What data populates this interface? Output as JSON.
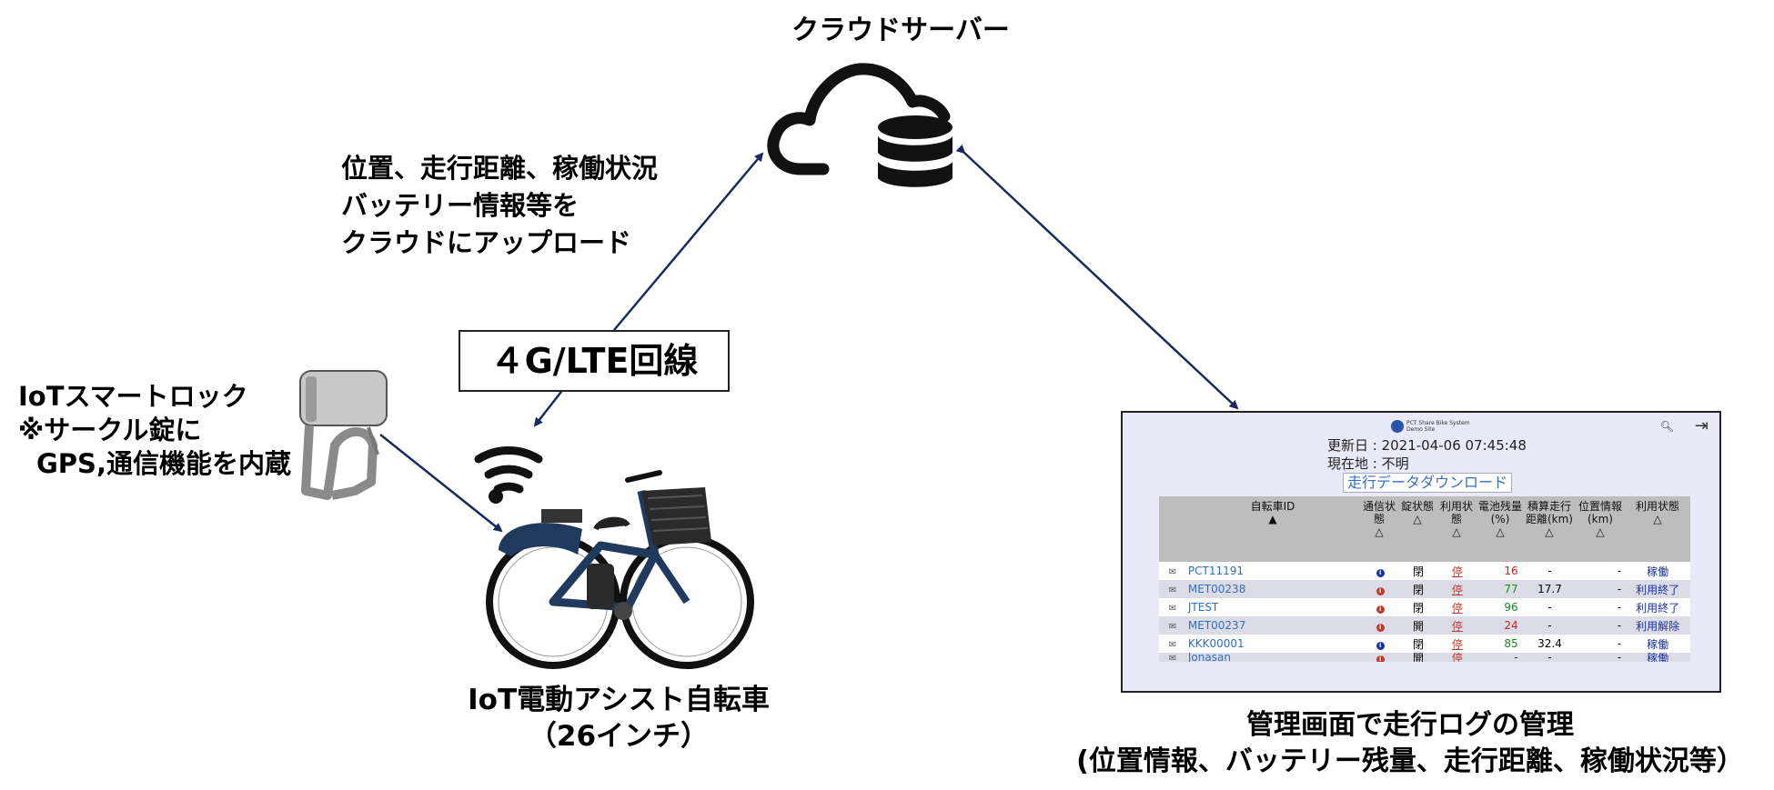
{
  "diagram": {
    "cloud_title": "クラウドサーバー",
    "upload_lines": [
      "位置、走行距離、稼働状況",
      "バッテリー情報等を",
      "クラウドにアップロード"
    ],
    "network_label": "４G/LTE回線",
    "lock_lines": [
      "IoTスマートロック",
      "※サークル錠に",
      "GPS,通信機能を内蔵"
    ],
    "bike_lines": [
      "IoT電動アシスト自転車",
      "（26インチ）"
    ],
    "mgmt_lines": [
      "管理画面で走行ログの管理",
      "(位置情報、バッテリー残量、走行距離、稼働状況等）"
    ]
  },
  "screen": {
    "updated": "更新日 : 2021-04-06 07:45:48",
    "location": "現在地 : 不明",
    "download_button": "走行データダウンロード",
    "logo_line1": "PCT Share Bike System",
    "logo_line2": "Demo Site",
    "headers": [
      "自転車ID",
      "通信状態",
      "錠状態",
      "利用状態",
      "電池残量(%)",
      "積算走行距離(km)",
      "位置情報(km)",
      "利用状態"
    ],
    "sort_marks": [
      "▲",
      "△",
      "△",
      "△",
      "△",
      "△",
      "△",
      "△"
    ],
    "rows": [
      {
        "id": "PCT11191",
        "comm": "blue",
        "lock": "閉",
        "use": "停",
        "battery": "16",
        "battery_color": "#d42020",
        "distance": "-",
        "position": "-",
        "status": "稼働"
      },
      {
        "id": "MET00238",
        "comm": "red",
        "lock": "閉",
        "use": "停",
        "battery": "77",
        "battery_color": "#1e8a1e",
        "distance": "17.7",
        "position": "-",
        "status": "利用終了"
      },
      {
        "id": "JTEST",
        "comm": "red",
        "lock": "閉",
        "use": "停",
        "battery": "96",
        "battery_color": "#1e8a1e",
        "distance": "-",
        "position": "-",
        "status": "利用終了"
      },
      {
        "id": "MET00237",
        "comm": "red",
        "lock": "開",
        "use": "停",
        "battery": "24",
        "battery_color": "#d42020",
        "distance": "-",
        "position": "-",
        "status": "利用解除"
      },
      {
        "id": "KKK00001",
        "comm": "blue",
        "lock": "閉",
        "use": "停",
        "battery": "85",
        "battery_color": "#1e8a1e",
        "distance": "32.4",
        "position": "-",
        "status": "稼働"
      },
      {
        "id": "Jonasan",
        "comm": "red",
        "lock": "開",
        "use": "停",
        "battery": "-",
        "battery_color": "#333333",
        "distance": "-",
        "position": "-",
        "status": "稼働"
      }
    ]
  },
  "colors": {
    "arrow": "#1a2a5e",
    "cloud": "#111111",
    "bike_frame": "#1f3a5c"
  }
}
